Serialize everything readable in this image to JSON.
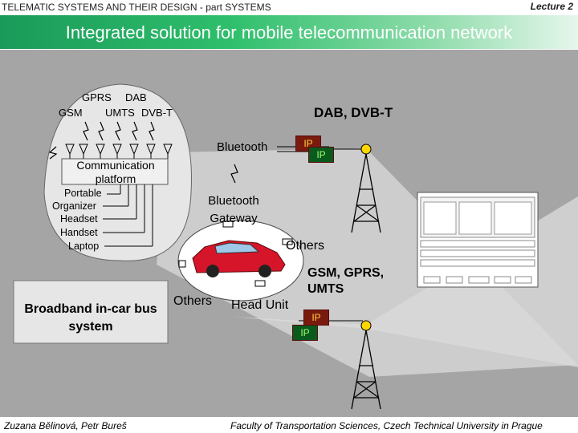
{
  "header": {
    "course": "TELEMATIC SYSTEMS AND THEIR DESIGN -  part SYSTEMS",
    "lecture": "Lecture 2"
  },
  "title": "Integrated solution for mobile telecommunication network",
  "car_block": {
    "radio_labels_top": [
      "GPRS",
      "DAB"
    ],
    "radio_labels_bottom": [
      "GSM",
      "UMTS",
      "DVB-T"
    ],
    "platform_label": "Communication platform",
    "devices": [
      "Portable",
      "Organizer",
      "Headset",
      "Handset",
      "Laptop"
    ]
  },
  "broadband": "Broadband in-car bus system",
  "middle": {
    "bluetooth_top": "Bluetooth",
    "bluetooth_gateway": "Bluetooth Gateway",
    "others_right": "Others",
    "others_left": "Others",
    "head_unit": "Head Unit"
  },
  "network": {
    "dab_dvbt": "DAB, DVB-T",
    "gsm_gprs_umts": "GSM, GPRS, UMTS",
    "ip": "IP"
  },
  "footer": {
    "authors": "Zuzana Bělinová, Petr Bureš",
    "faculty": "Faculty of Transportation Sciences, Czech Technical University in Prague"
  },
  "colors": {
    "title_band": "#2fbf6c",
    "car": "#d6152a",
    "ip_box": "#7a1a0e",
    "background": "#a5a5a5"
  }
}
